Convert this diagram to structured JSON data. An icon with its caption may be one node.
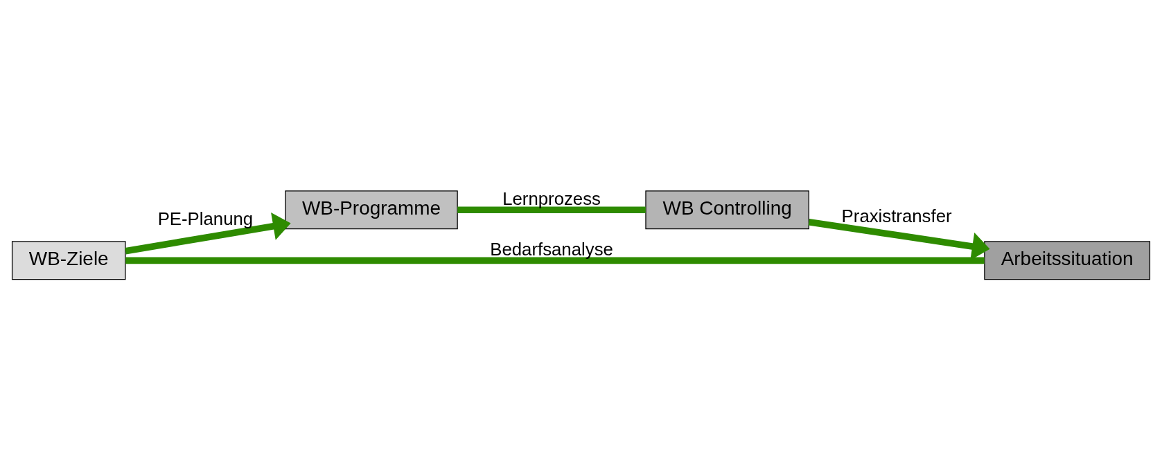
{
  "diagram": {
    "nodes": [
      {
        "text": [
          "WB-Ziele"
        ]
      },
      {
        "text": [
          "WB-Programme"
        ]
      },
      {
        "text": [
          "WB Controlling"
        ]
      },
      {
        "text": [
          "Arbeitssituation"
        ]
      }
    ],
    "edges": [
      {
        "from": 0,
        "to": 1,
        "arrow": "to",
        "label": "PE-Planung"
      },
      {
        "from": 1,
        "to": 2,
        "arrow": "none",
        "label": "Lernprozess"
      },
      {
        "from": 2,
        "to": 3,
        "arrow": "to",
        "label": "Praxistransfer"
      },
      {
        "from": 3,
        "to": 0,
        "arrow": "none",
        "label": "Bedarfsanalyse"
      }
    ]
  }
}
